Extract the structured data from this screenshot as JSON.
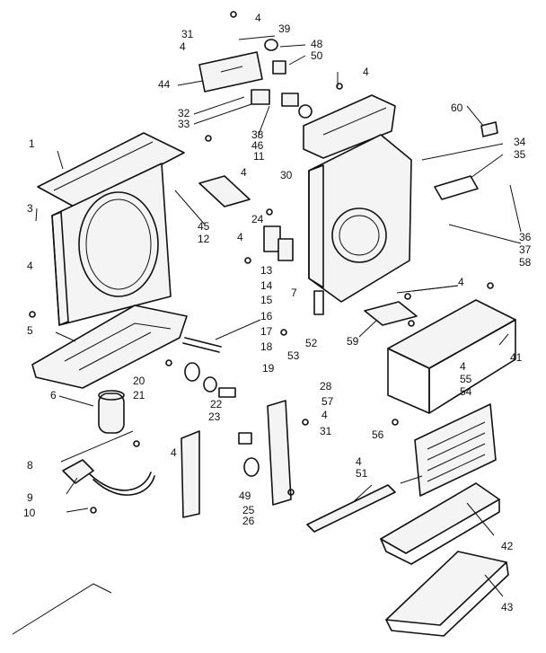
{
  "diagram": {
    "labels": {
      "p4_top": "4",
      "p39": "39",
      "p31a": "31",
      "p4_a": "4",
      "p48": "48",
      "p50": "50",
      "p44": "44",
      "p4_b": "4",
      "p60": "60",
      "p32": "32",
      "p33": "33",
      "p38": "38",
      "p46": "46",
      "p11": "11",
      "p30": "30",
      "p1": "1",
      "p4_c": "4",
      "p34": "34",
      "p35": "35",
      "p3": "3",
      "p45": "45",
      "p12": "12",
      "p24": "24",
      "p4_d": "4",
      "p36": "36",
      "p37": "37",
      "p58": "58",
      "p4_e": "4",
      "p13": "13",
      "p14": "14",
      "p7": "7",
      "p4_f": "4",
      "p15": "15",
      "p5": "5",
      "p16": "16",
      "p17": "17",
      "p18": "18",
      "p53": "53",
      "p52": "52",
      "p59": "59",
      "p41": "41",
      "p20": "20",
      "p21": "21",
      "p19": "19",
      "p4_g": "4",
      "p55": "55",
      "p54": "54",
      "p6": "6",
      "p28": "28",
      "p22": "22",
      "p57": "57",
      "p4_h": "4",
      "p23": "23",
      "p31b": "31",
      "p56": "56",
      "p8": "8",
      "p4_i": "4",
      "p4_j": "4",
      "p51": "51",
      "p9": "9",
      "p49": "49",
      "p25": "25",
      "p10": "10",
      "p26": "26",
      "p42": "42",
      "p43": "43"
    }
  }
}
